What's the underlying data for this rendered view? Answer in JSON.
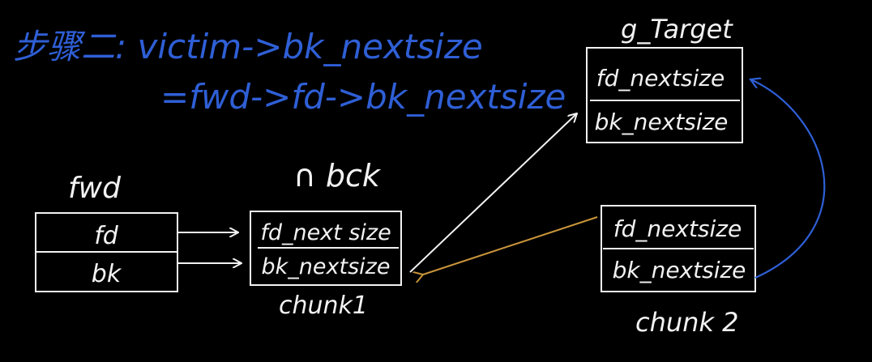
{
  "heading": {
    "line1": "步骤二: victim->bk_nextsize",
    "line2": "=fwd->fd->bk_nextsize"
  },
  "fwd": {
    "title": "fwd",
    "fields": [
      "fd",
      "bk"
    ]
  },
  "chunk1": {
    "annotation": "∩ bck",
    "fields": [
      "fd_next size",
      "bk_nextsize"
    ],
    "label": "chunk1"
  },
  "g_target": {
    "title": "g_Target",
    "fields": [
      "fd_nextsize",
      "bk_nextsize"
    ]
  },
  "chunk2": {
    "fields": [
      "fd_nextsize",
      "bk_nextsize"
    ],
    "label": "chunk 2"
  },
  "colors": {
    "background": "#000000",
    "ink": "#f2f2f2",
    "blue": "#2f5fd6",
    "orange": "#c9953a"
  }
}
